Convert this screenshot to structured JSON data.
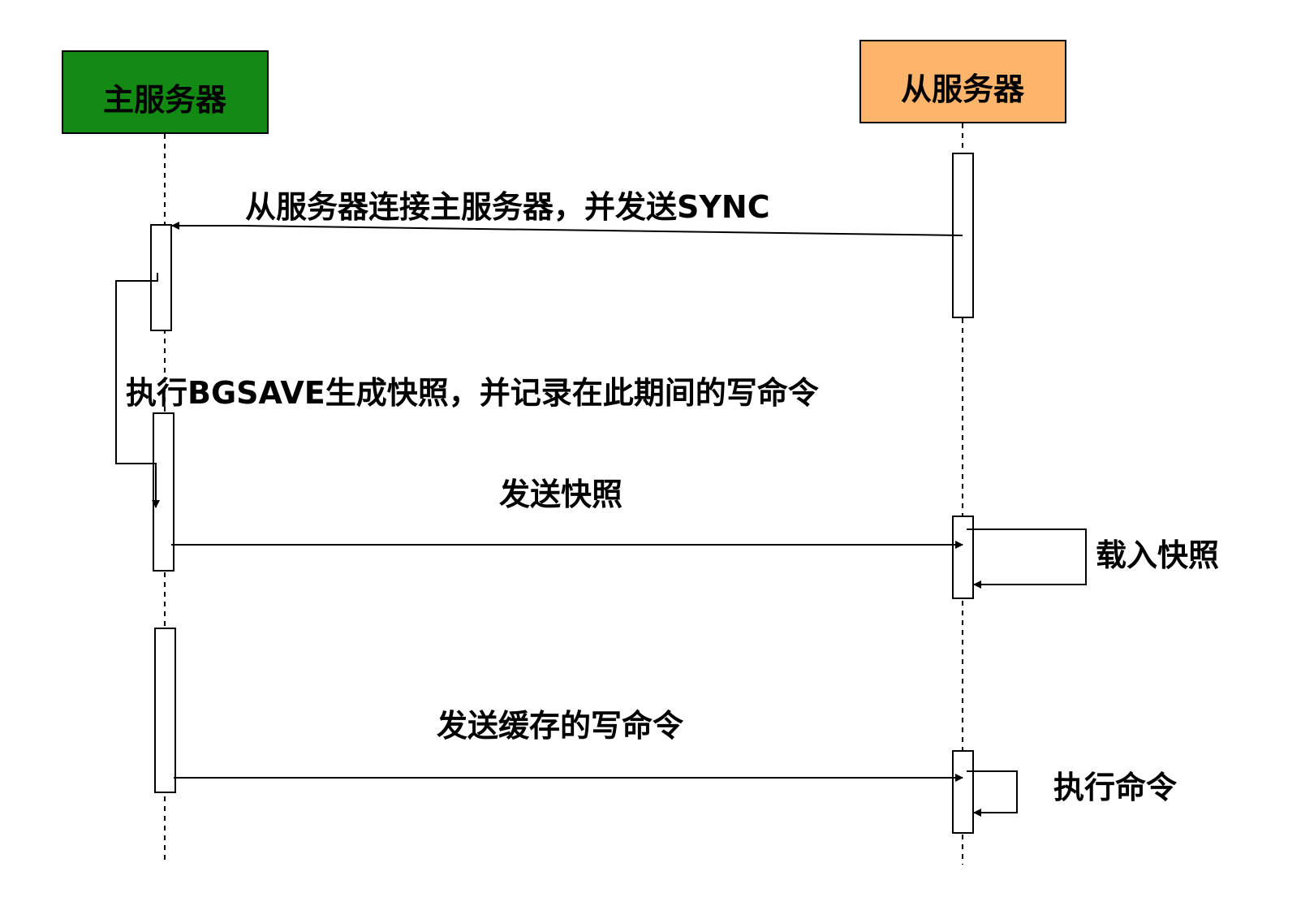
{
  "actors": {
    "master": {
      "label": "主服务器",
      "fill": "#138a13"
    },
    "slave": {
      "label": "从服务器",
      "fill": "#fdb46b"
    }
  },
  "messages": {
    "sync": "从服务器连接主服务器，并发送SYNC",
    "bgsave": "执行BGSAVE生成快照，并记录在此期间的写命令",
    "send_snapshot": "发送快照",
    "load_snapshot": "载入快照",
    "send_cached": "发送缓存的写命令",
    "exec_command": "执行命令"
  }
}
